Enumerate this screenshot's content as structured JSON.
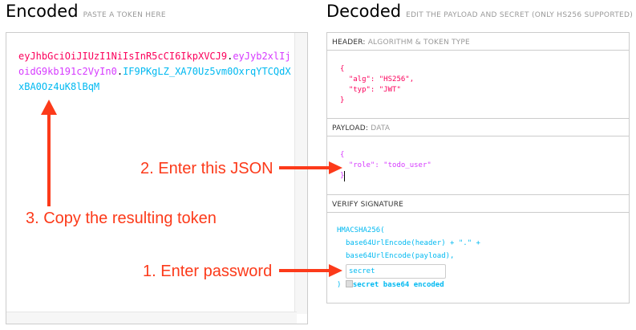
{
  "encoded": {
    "title": "Encoded",
    "subtitle": "PASTE A TOKEN HERE",
    "token": {
      "header": "eyJhbGciOiJIUzI1NiIsInR5cCI6IkpXVCJ9",
      "payload": "eyJyb2xlIjoidG9kb191c2VyIn0",
      "signature": "IF9PKgLZ_XA70Uz5vm0OxrqYTCQdXxBA0Oz4uK8lBqM",
      "sep": "."
    }
  },
  "decoded": {
    "title": "Decoded",
    "subtitle": "EDIT THE PAYLOAD AND SECRET (ONLY HS256 SUPPORTED)",
    "header": {
      "label": "HEADER:",
      "sublabel": "ALGORITHM & TOKEN TYPE",
      "lines": [
        "{",
        "  \"alg\": \"HS256\",",
        "  \"typ\": \"JWT\"",
        "}"
      ]
    },
    "payload": {
      "label": "PAYLOAD:",
      "sublabel": "DATA",
      "lines": [
        "{",
        "  \"role\": \"todo_user\"",
        "}"
      ]
    },
    "verify": {
      "label": "VERIFY SIGNATURE",
      "l1": "HMACSHA256(",
      "l2": "base64UrlEncode(header) + \".\" +",
      "l3": "base64UrlEncode(payload),",
      "secret_value": "secret",
      "close": ")",
      "checkbox_label": "secret base64 encoded",
      "checkbox_checked": false
    }
  },
  "annotations": {
    "step1": "1. Enter password",
    "step2": "2. Enter this JSON",
    "step3": "3. Copy the resulting token"
  },
  "colors": {
    "annotation": "#fc3a1a",
    "header": "#fb015b",
    "payload": "#d63aff",
    "signature": "#00b9f1"
  }
}
